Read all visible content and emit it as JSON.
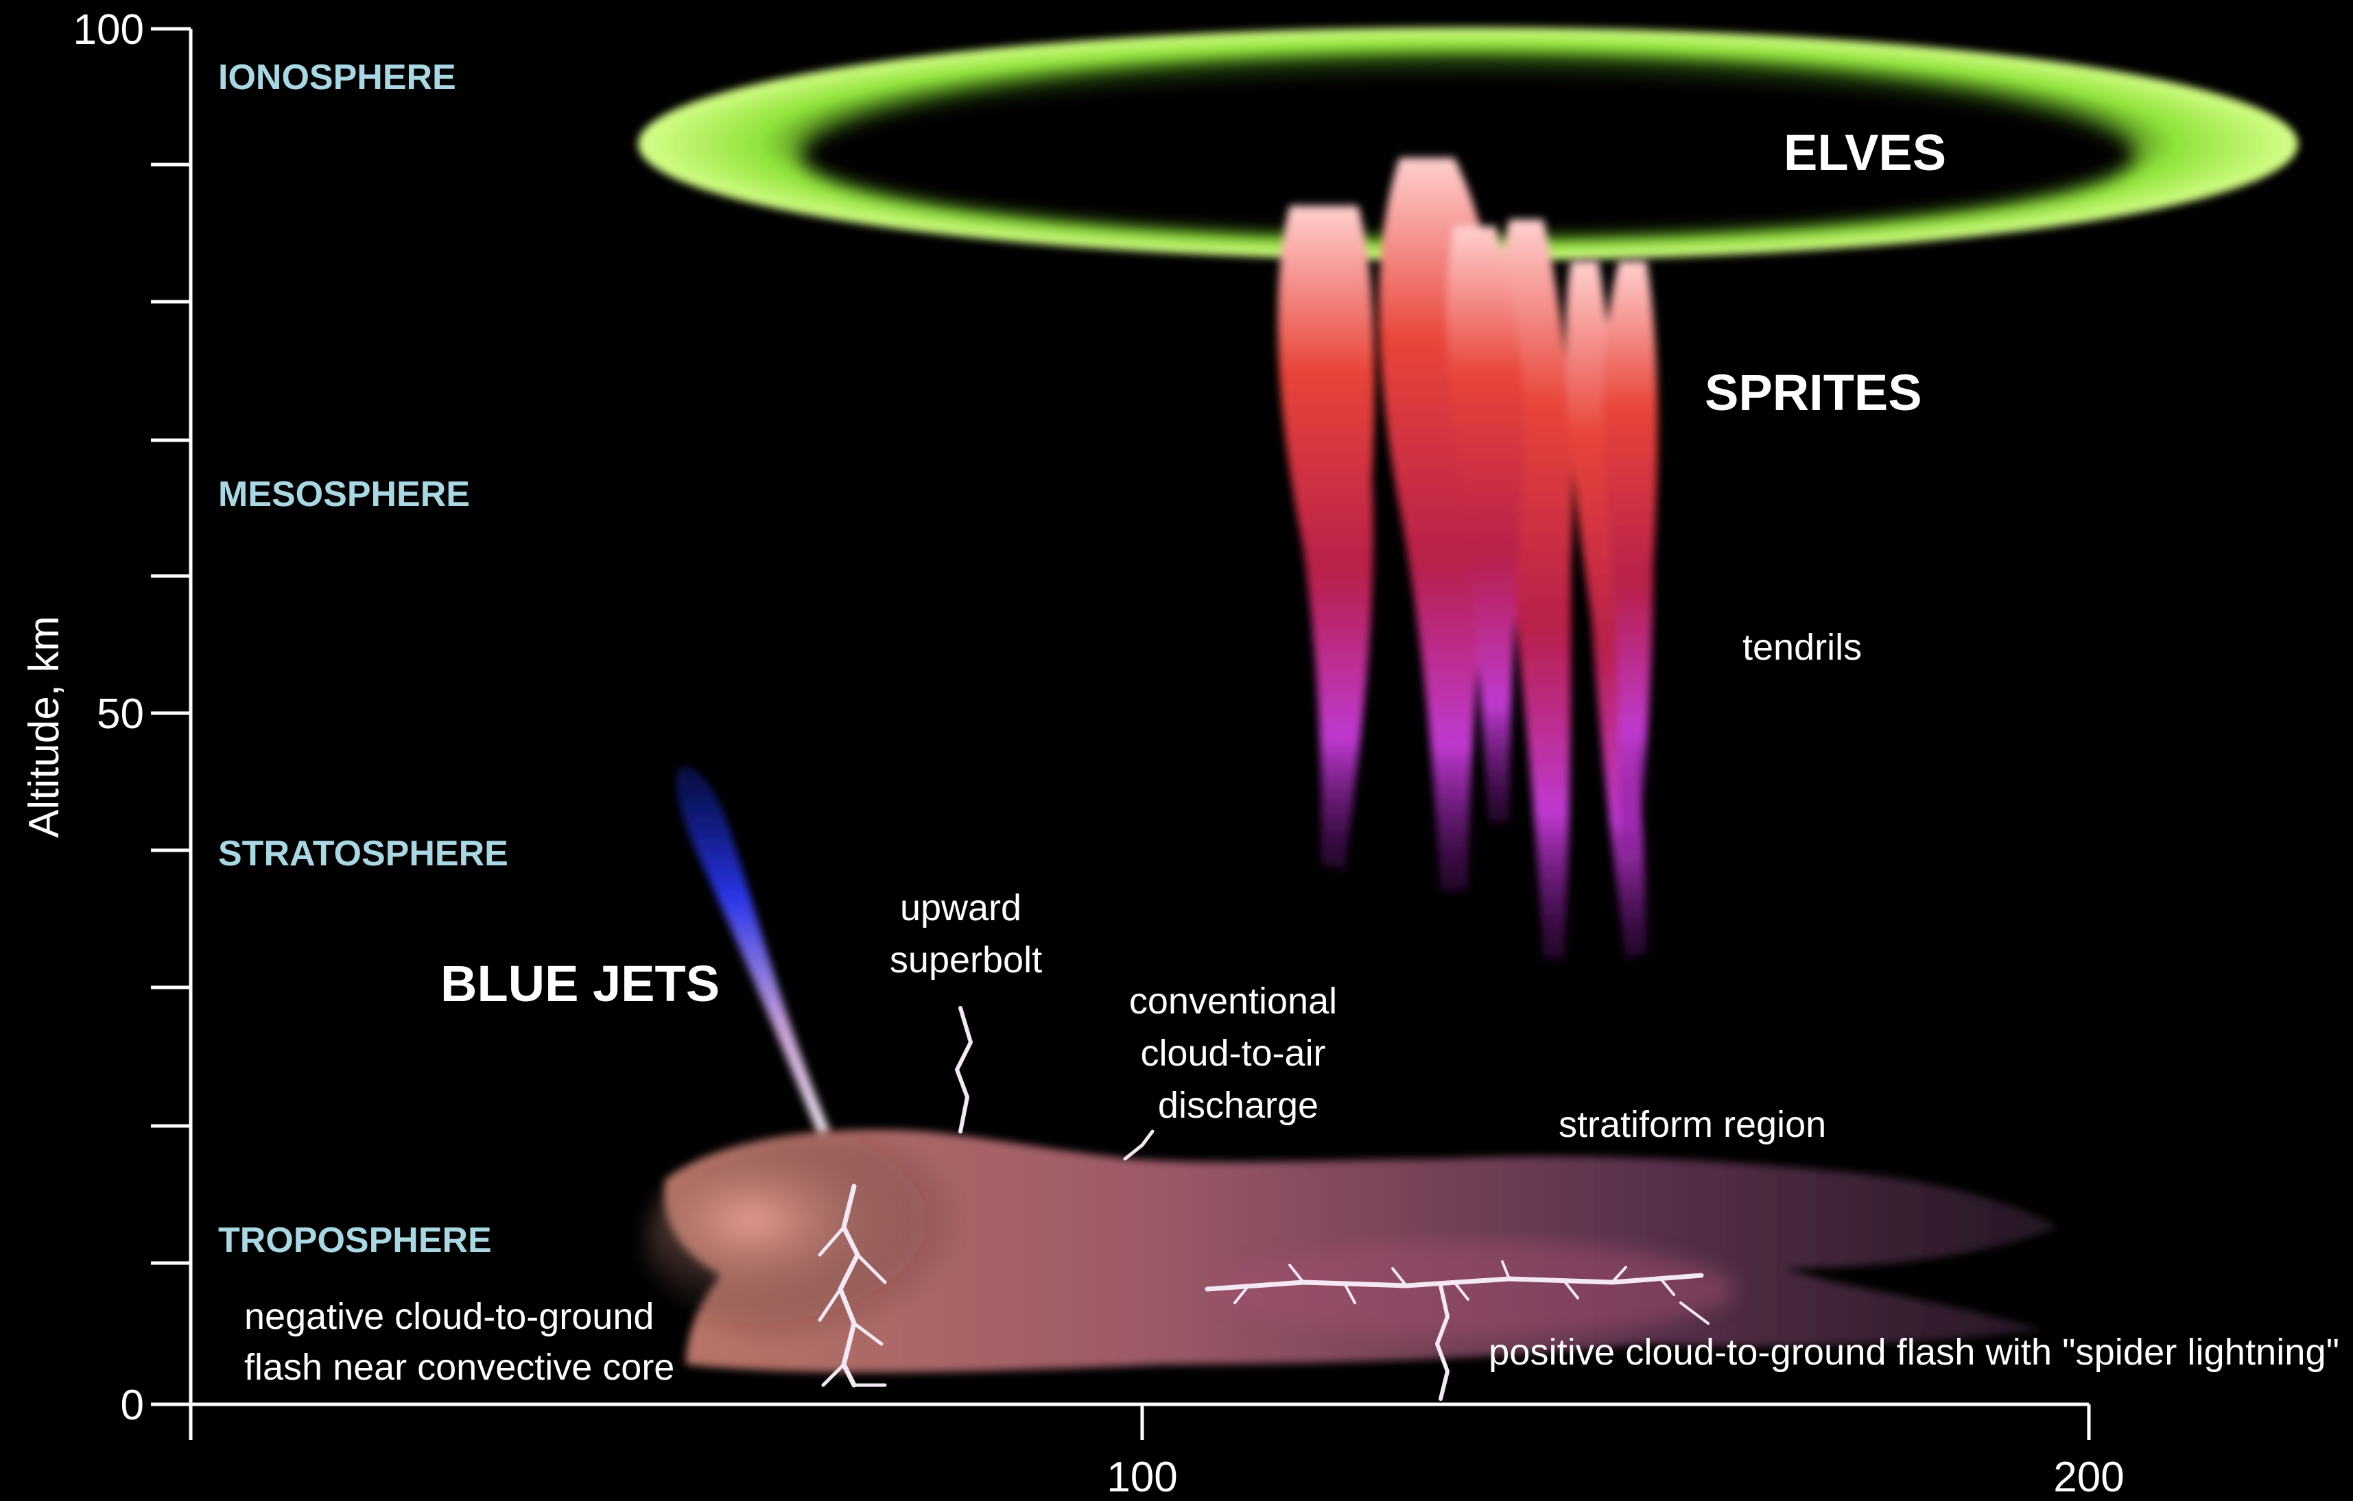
{
  "diagram": {
    "y_axis": {
      "label": "Altitude, km",
      "ticks": [
        "100",
        "50",
        "0"
      ]
    },
    "x_axis": {
      "ticks": [
        "100",
        "200"
      ]
    },
    "layers": {
      "ionosphere": "IONOSPHERE",
      "mesosphere": "MESOSPHERE",
      "stratosphere": "STRATOSPHERE",
      "troposphere": "TROPOSPHERE"
    },
    "phenomena": {
      "elves": "ELVES",
      "sprites": "SPRITES",
      "tendrils": "tendrils",
      "blue_jets": "BLUE JETS",
      "upward_superbolt": [
        "upward",
        "superbolt"
      ],
      "cloud_to_air": [
        "conventional",
        "cloud-to-air",
        "discharge"
      ],
      "stratiform": "stratiform region",
      "negative_flash": [
        "negative cloud-to-ground",
        "flash near convective core"
      ],
      "positive_flash": "positive cloud-to-ground flash with \"spider lightning\""
    },
    "colors": {
      "elves": "#8ee23a",
      "sprites_top": "#e8453a",
      "sprites_bottom": "#c03ad0",
      "blue_jet": "#2a35e8",
      "cloud": "#b86a7a",
      "layer_label": "#a9d7e3"
    }
  }
}
